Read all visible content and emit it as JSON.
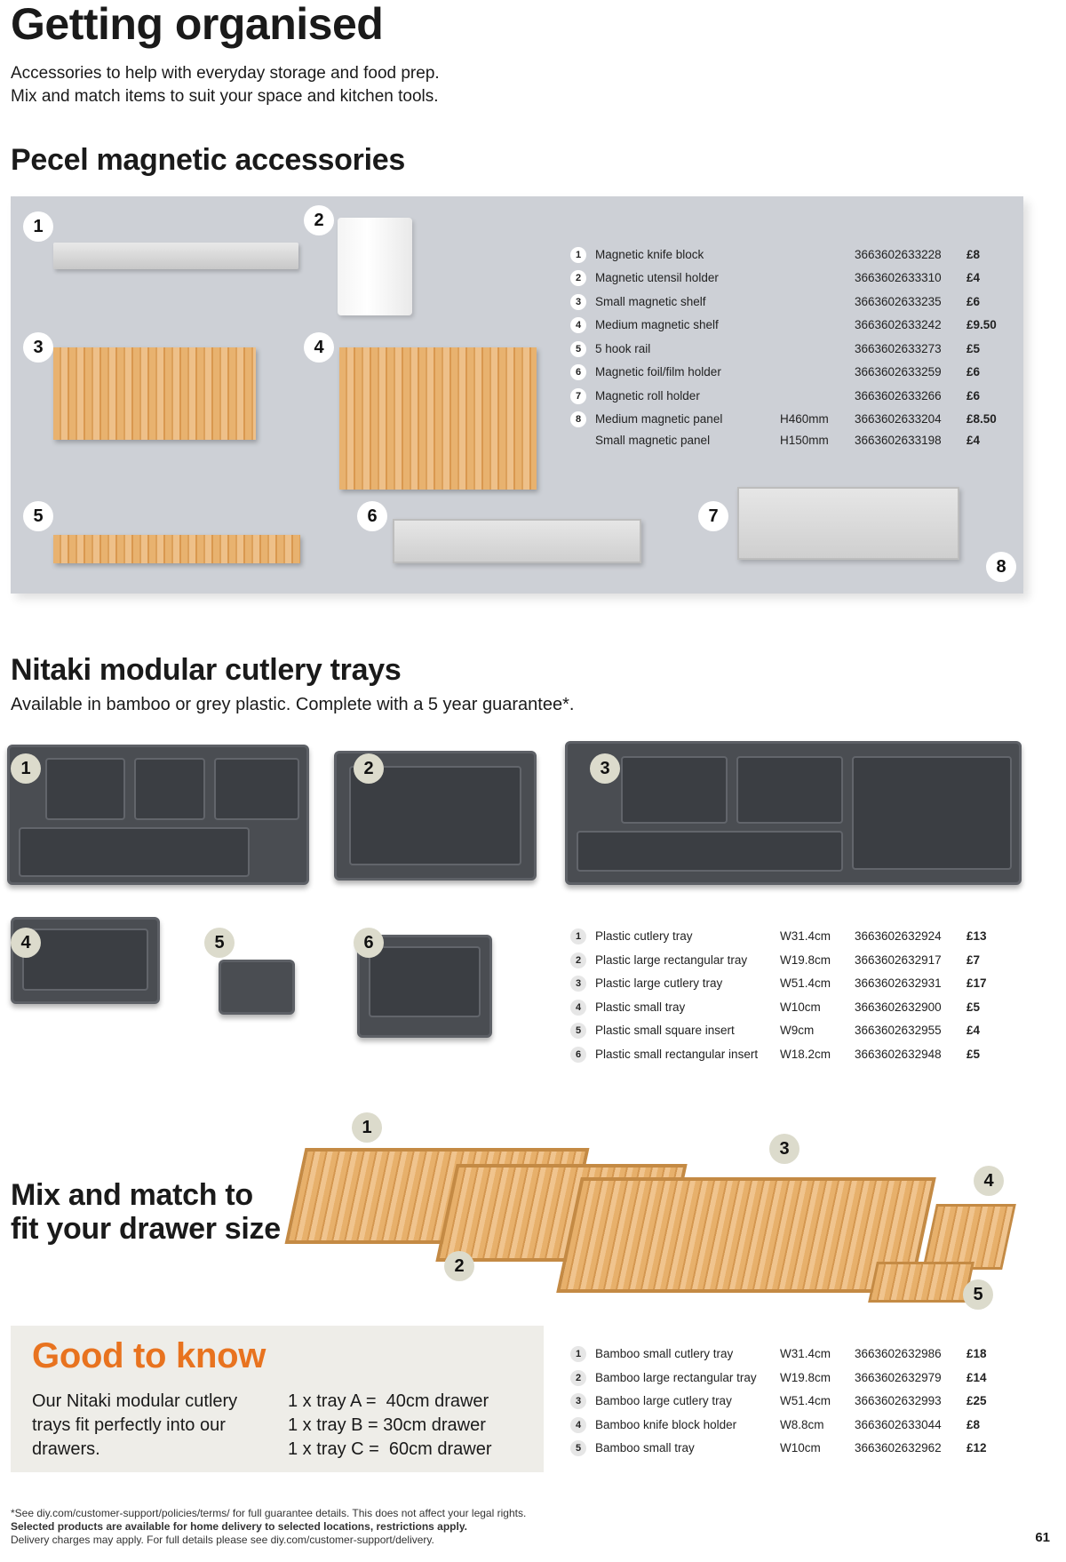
{
  "header": {
    "title": "Getting organised",
    "intro_1": "Accessories to help with everyday storage and food prep.",
    "intro_2": "Mix and match items to suit your space and kitchen tools."
  },
  "pecel": {
    "heading": "Pecel magnetic accessories",
    "badges": [
      "1",
      "2",
      "3",
      "4",
      "5",
      "6",
      "7",
      "8"
    ],
    "rows": [
      {
        "num": "1",
        "name": "Magnetic knife block",
        "size": "",
        "code": "3663602633228",
        "price": "£8"
      },
      {
        "num": "2",
        "name": "Magnetic utensil holder",
        "size": "",
        "code": "3663602633310",
        "price": "£4"
      },
      {
        "num": "3",
        "name": "Small magnetic shelf",
        "size": "",
        "code": "3663602633235",
        "price": "£6"
      },
      {
        "num": "4",
        "name": "Medium magnetic shelf",
        "size": "",
        "code": "3663602633242",
        "price": "£9.50"
      },
      {
        "num": "5",
        "name": "5 hook rail",
        "size": "",
        "code": "3663602633273",
        "price": "£5"
      },
      {
        "num": "6",
        "name": "Magnetic foil/film holder",
        "size": "",
        "code": "3663602633259",
        "price": "£6"
      },
      {
        "num": "7",
        "name": "Magnetic roll holder",
        "size": "",
        "code": "3663602633266",
        "price": "£6"
      },
      {
        "num": "8",
        "name": "Medium magnetic panel",
        "size": "H460mm",
        "code": "3663602633204",
        "price": "£8.50"
      },
      {
        "num": "",
        "name": "Small magnetic panel",
        "size": "H150mm",
        "code": "3663602633198",
        "price": "£4"
      }
    ]
  },
  "nitaki": {
    "heading": "Nitaki modular cutlery trays",
    "subheading": "Available in bamboo or grey plastic. Complete with a 5 year guarantee*.",
    "badges": [
      "1",
      "2",
      "3",
      "4",
      "5",
      "6"
    ],
    "rows": [
      {
        "num": "1",
        "name": "Plastic cutlery tray",
        "size": "W31.4cm",
        "code": "3663602632924",
        "price": "£13"
      },
      {
        "num": "2",
        "name": "Plastic large rectangular tray",
        "size": "W19.8cm",
        "code": "3663602632917",
        "price": "£7"
      },
      {
        "num": "3",
        "name": "Plastic large cutlery tray",
        "size": "W51.4cm",
        "code": "3663602632931",
        "price": "£17"
      },
      {
        "num": "4",
        "name": "Plastic small tray",
        "size": "W10cm",
        "code": "3663602632900",
        "price": "£5"
      },
      {
        "num": "5",
        "name": "Plastic small square insert",
        "size": "W9cm",
        "code": "3663602632955",
        "price": "£4"
      },
      {
        "num": "6",
        "name": "Plastic small rectangular insert",
        "size": "W18.2cm",
        "code": "3663602632948",
        "price": "£5"
      }
    ]
  },
  "mix": {
    "line_1": "Mix and match to",
    "line_2": "fit your drawer size",
    "badges": [
      "1",
      "2",
      "3",
      "4",
      "5"
    ]
  },
  "good_to_know": {
    "title": "Good to know",
    "text": "Our Nitaki modular cutlery trays fit perfectly into our drawers.",
    "list": [
      "1 x tray A =  40cm drawer",
      "1 x tray B = 30cm drawer",
      "1 x tray C =  60cm drawer"
    ]
  },
  "bamboo": {
    "rows": [
      {
        "num": "1",
        "name": "Bamboo small cutlery tray",
        "size": "W31.4cm",
        "code": "3663602632986",
        "price": "£18"
      },
      {
        "num": "2",
        "name": "Bamboo large rectangular tray",
        "size": "W19.8cm",
        "code": "3663602632979",
        "price": "£14"
      },
      {
        "num": "3",
        "name": "Bamboo large cutlery tray",
        "size": "W51.4cm",
        "code": "3663602632993",
        "price": "£25"
      },
      {
        "num": "4",
        "name": "Bamboo knife block holder",
        "size": "W8.8cm",
        "code": "3663602633044",
        "price": "£8"
      },
      {
        "num": "5",
        "name": "Bamboo small tray",
        "size": "W10cm",
        "code": "3663602632962",
        "price": "£12"
      }
    ]
  },
  "footer": {
    "line_1": "*See diy.com/customer-support/policies/terms/ for full guarantee details. This does not affect your legal rights.",
    "line_2": "Selected products are available for home delivery to selected locations, restrictions apply.",
    "line_3": "Delivery charges may apply. For full details please see diy.com/customer-support/delivery.",
    "page_number": "61"
  },
  "colors": {
    "accent_orange": "#e8731f",
    "panel_grey": "#cdd0d6",
    "info_box": "#eeede8"
  }
}
